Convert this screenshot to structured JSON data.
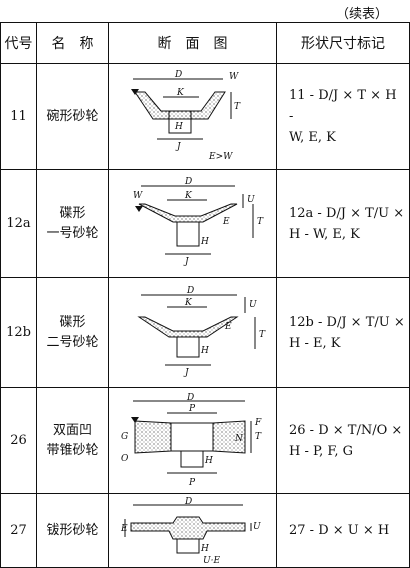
{
  "continued": "（续表）",
  "header": {
    "code": "代号",
    "name": "名　称",
    "section": "断　面　图",
    "mark": "形状尺寸标记"
  },
  "rows": [
    {
      "code": "11",
      "name_lines": [
        "碗形砂轮"
      ],
      "mark_lines": [
        "11 - D/J × T × H -",
        "W, E, K"
      ],
      "fig_labels": [
        "D",
        "W",
        "K",
        "T",
        "H",
        "J",
        "E>W"
      ]
    },
    {
      "code": "12a",
      "name_lines": [
        "碟形",
        "一号砂轮"
      ],
      "mark_lines": [
        "12a - D/J × T/U ×",
        "H - W, E, K"
      ],
      "fig_labels": [
        "D",
        "W",
        "K",
        "U",
        "E",
        "T",
        "H",
        "J"
      ]
    },
    {
      "code": "12b",
      "name_lines": [
        "碟形",
        "二号砂轮"
      ],
      "mark_lines": [
        "12b - D/J × T/U ×",
        "H - E, K"
      ],
      "fig_labels": [
        "D",
        "K",
        "U",
        "E",
        "T",
        "H",
        "J"
      ]
    },
    {
      "code": "26",
      "name_lines": [
        "双面凹",
        "带锥砂轮"
      ],
      "mark_lines": [
        "26 - D × T/N/O ×",
        "H - P, F, G"
      ],
      "fig_labels": [
        "D",
        "P",
        "G",
        "O",
        "N",
        "T",
        "F",
        "H",
        "P"
      ]
    },
    {
      "code": "27",
      "name_lines": [
        "钹形砂轮"
      ],
      "mark_lines": [
        "27 - D × U × H"
      ],
      "fig_labels": [
        "D",
        "E",
        "H",
        "U",
        "U·E"
      ]
    }
  ]
}
